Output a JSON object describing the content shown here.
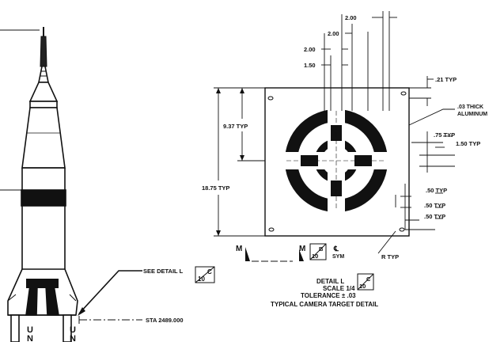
{
  "colors": {
    "ink": "#111111",
    "paper": "#ffffff"
  },
  "rocket": {
    "see_detail": "SEE DETAIL L",
    "detail_tag": {
      "letter": "C",
      "number": "10"
    },
    "station": "STA 2489.000",
    "panel_letters": [
      "U",
      "N",
      "U",
      "N"
    ]
  },
  "dims": {
    "top_2_00_a": "2.00",
    "top_2_00_b": "2.00",
    "top_2_00_c": "2.00",
    "top_1_50": "1.50",
    "typ_21": ".21 TYP",
    "thick_1": ".03 THICK",
    "thick_2": "ALUMINUM",
    "typ_937": "9.37 TYP",
    "typ_1875": "18.75 TYP",
    "typ_75": ".75 TYP",
    "typ_150": "1.50 TYP",
    "typ_50a": ".50 TYP",
    "typ_50b": ".50 TYP",
    "typ_50c": ".50 TYP",
    "r_typ": "R TYP"
  },
  "section": {
    "m_left": "M",
    "m_right": "M",
    "tag": {
      "letter": "B",
      "number": "10"
    },
    "cl": "℄",
    "sym": "SYM"
  },
  "caption": {
    "detail": "DETAIL L",
    "tag": {
      "letter": "C",
      "number": "10"
    },
    "scale": "SCALE 1/4",
    "tolerance": "TOLERANCE ± .03",
    "title": "TYPICAL CAMERA TARGET DETAIL"
  }
}
